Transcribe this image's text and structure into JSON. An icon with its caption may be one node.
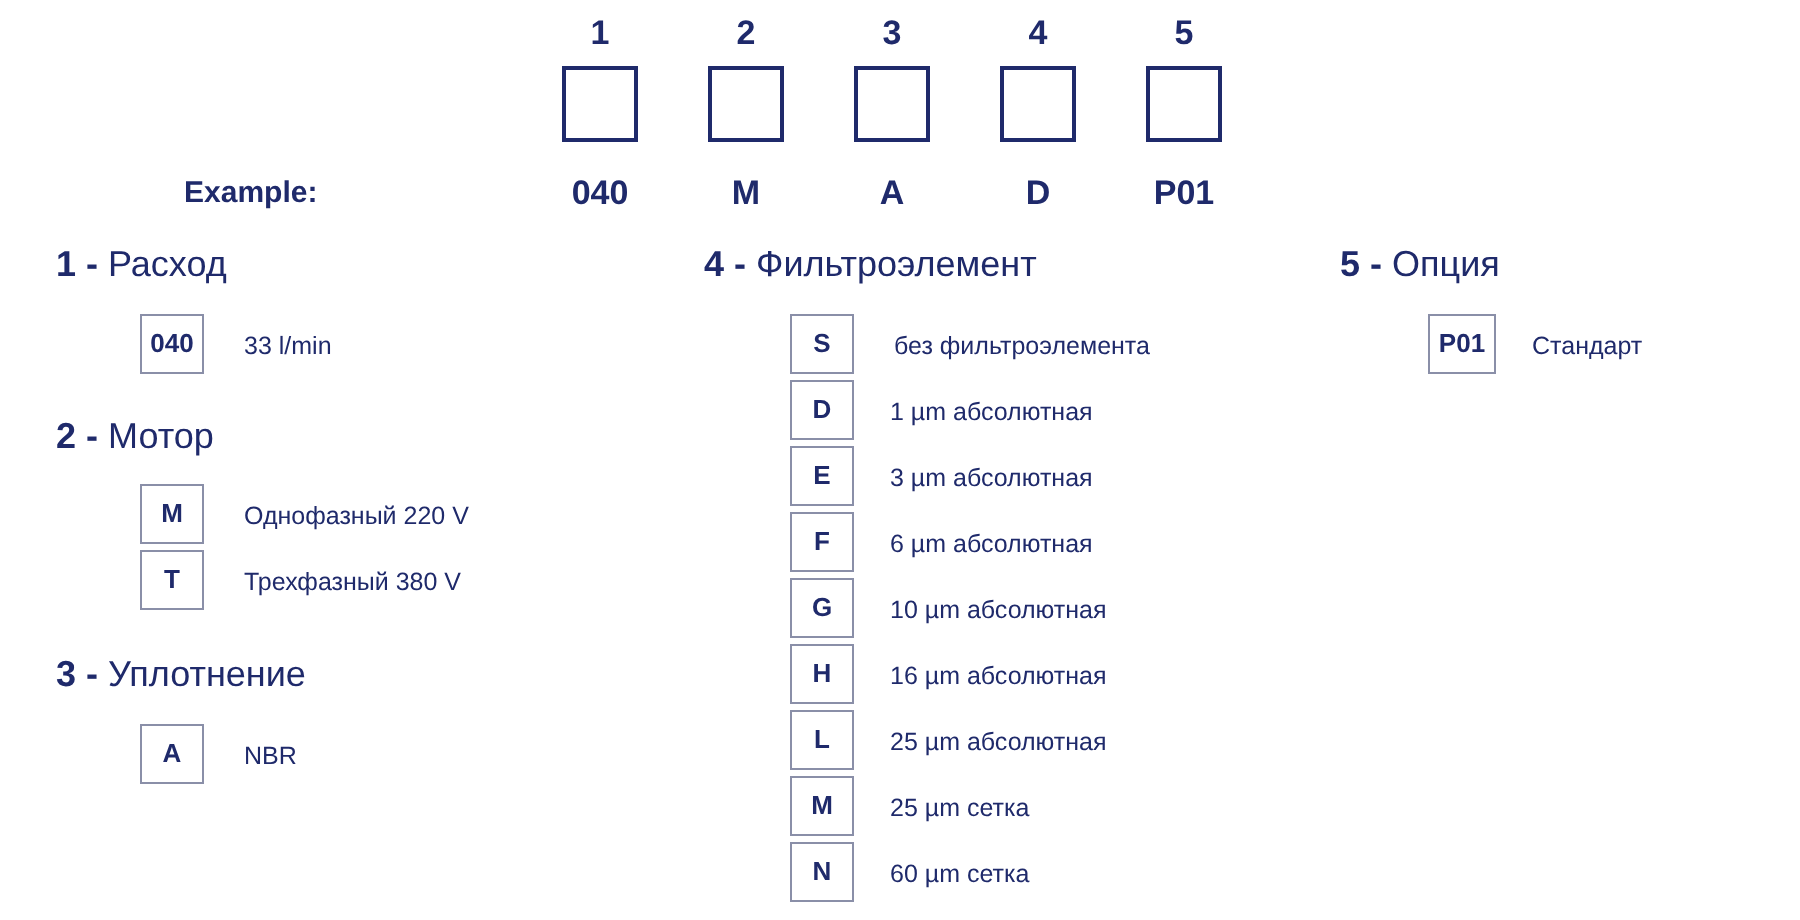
{
  "diagram": {
    "nodes": [
      {
        "text": [],
        "shape": "box",
        "beside": [
          "1",
          "040"
        ]
      },
      {
        "text": [],
        "shape": "box",
        "beside": [
          "2",
          "M"
        ]
      },
      {
        "text": [],
        "shape": "box",
        "beside": [
          "3",
          "A"
        ]
      },
      {
        "text": [],
        "shape": "box",
        "beside": [
          "4",
          "D"
        ]
      },
      {
        "text": [],
        "shape": "box",
        "beside": [
          "5",
          "P01"
        ]
      },
      {
        "text": [
          "040"
        ],
        "beside": [
          "33 l/min"
        ]
      },
      {
        "text": [
          "M"
        ],
        "beside": [
          "Однофазный 220 V"
        ]
      },
      {
        "text": [
          "T"
        ],
        "beside": [
          "Трехфазный 380 V"
        ]
      },
      {
        "text": [
          "A"
        ],
        "beside": [
          "NBR"
        ]
      },
      {
        "text": [
          "S"
        ],
        "beside": [
          "без фильтроэлемента"
        ]
      },
      {
        "text": [
          "D"
        ],
        "beside": [
          "1 µm абсолютная"
        ]
      },
      {
        "text": [
          "E"
        ],
        "beside": [
          "3 µm абсолютная"
        ]
      },
      {
        "text": [
          "F"
        ],
        "beside": [
          "6 µm абсолютная"
        ]
      },
      {
        "text": [
          "G"
        ],
        "beside": [
          "10 µm абсолютная"
        ]
      },
      {
        "text": [
          "H"
        ],
        "beside": [
          "16 µm абсолютная"
        ]
      },
      {
        "text": [
          "L"
        ],
        "beside": [
          "25 µm абсолютная"
        ]
      },
      {
        "text": [
          "M"
        ],
        "beside": [
          "25 µm сетка"
        ]
      },
      {
        "text": [
          "N"
        ],
        "beside": [
          "60 µm сетка"
        ]
      },
      {
        "text": [
          "P01"
        ],
        "beside": [
          "Стандарт"
        ]
      }
    ],
    "labels": [
      "Example:",
      "**1 -** Расход",
      "**2 -** Мотор",
      "**3 -** Уплотнение",
      "**4 -** Фильтроэлемент",
      "**5 -** Опция"
    ]
  }
}
